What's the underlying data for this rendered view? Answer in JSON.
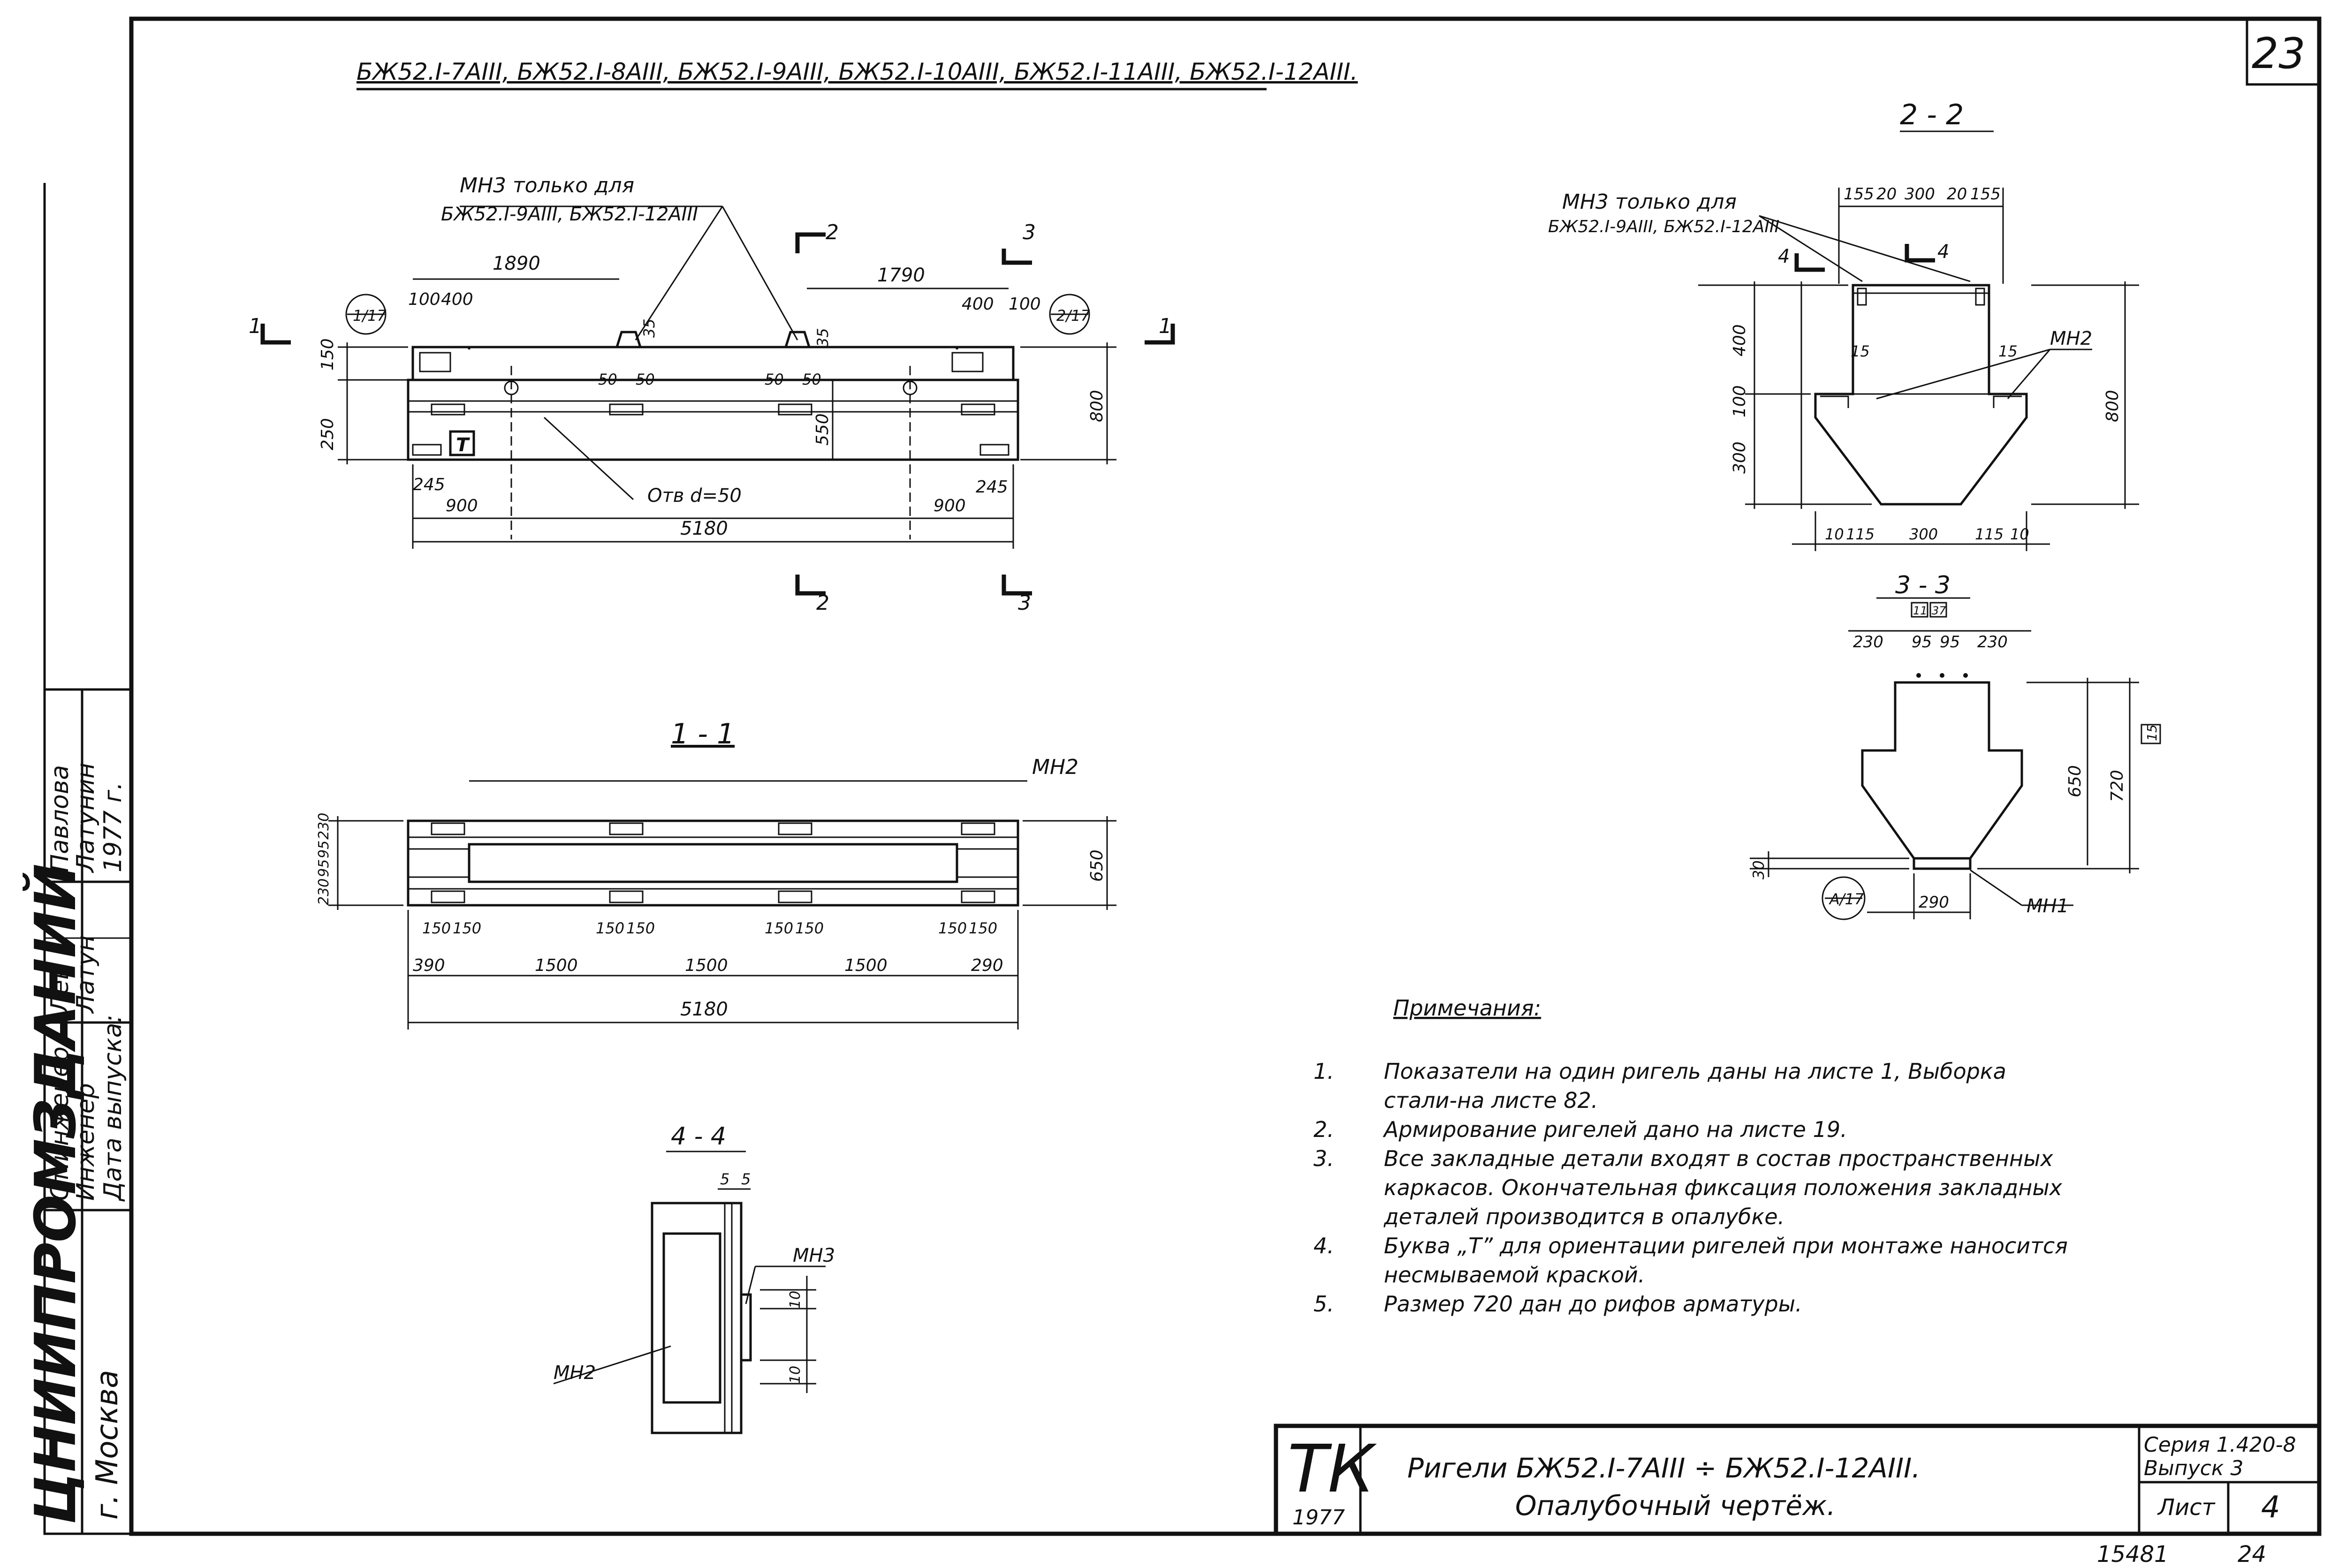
{
  "sheet": {
    "page_number": "23",
    "top_title": "БЖ52.I-7АIII, БЖ52.I-8АIII, БЖ52.I-9АIII, БЖ52.I-10АIII, БЖ52.I-11АIII, БЖ52.I-12АIII.",
    "bottom_numbers": [
      "15481",
      "24"
    ]
  },
  "side_stamp": {
    "org": "ЦНИИПРОМЗДАНИЙ",
    "city": "г. Москва",
    "rows": [
      {
        "role": "Ст.инженер",
        "sign": "Лёв",
        "name": "Павлова"
      },
      {
        "role": "Инженер",
        "sign": "Латун",
        "name": "Латунин"
      },
      {
        "role": "Дата выпуска:",
        "sign": "",
        "name": "1977 г."
      }
    ]
  },
  "elevation": {
    "note_label": "МН3 только для",
    "note_items": "БЖ52.I-9АIII, БЖ52.I-12АIII",
    "marker_T": "Т",
    "hole_label": "Отв d=50",
    "dims": {
      "left_1890": "1890",
      "right_1790": "1790",
      "d100_l": "100",
      "d400_l": "400",
      "d400_r": "400",
      "d100_r": "100",
      "d150": "150",
      "d250": "250",
      "d800": "800",
      "d550": "550",
      "d245_l": "245",
      "d245_r": "245",
      "d900_l": "900",
      "d900_r": "900",
      "d5180": "5180",
      "d35_a": "35",
      "d35_b": "35",
      "d50_a": "50",
      "d50_b": "50",
      "d50_c": "50",
      "d50_d": "50"
    },
    "sections": {
      "s1": "1",
      "s2": "2",
      "s3": "3",
      "ref_1_17": "1/17",
      "ref_2_17": "2/17"
    }
  },
  "plan_1_1": {
    "title": "1 - 1",
    "label_mn2": "МН2",
    "dims": {
      "d390": "390",
      "d1500_a": "1500",
      "d1500_b": "1500",
      "d1500_c": "1500",
      "d290": "290",
      "d5180": "5180",
      "d650": "650",
      "p150a": "150",
      "p150b": "150",
      "p150c": "150",
      "p150d": "150",
      "p150e": "150",
      "p150f": "150",
      "p150g": "150",
      "p150h": "150",
      "v230": "230",
      "v95": "95",
      "v95b": "95",
      "v230b": "230"
    }
  },
  "section_2_2": {
    "title": "2 - 2",
    "note_label": "МН3 только для",
    "note_items": "БЖ52.I-9АIII, БЖ52.I-12АIII",
    "label_mn2": "МН2",
    "marker4": "4",
    "dims": {
      "top155a": "155",
      "top20a": "20",
      "top300": "300",
      "top20b": "20",
      "top155b": "155",
      "v400": "400",
      "v100": "100",
      "v300": "300",
      "v800": "800",
      "v15a": "15",
      "v15b": "15",
      "b10a": "10",
      "b115a": "115",
      "b300": "300",
      "b115b": "115",
      "b10b": "10"
    }
  },
  "section_3_3": {
    "title": "3 - 3",
    "tags": [
      "11",
      "37"
    ],
    "label_mn1": "МН1",
    "ref": "А/17",
    "dims": {
      "t230a": "230",
      "t95a": "95",
      "t95b": "95",
      "t230b": "230",
      "v650": "650",
      "v720": "720",
      "v30": "30",
      "b290": "290",
      "tag15": "15"
    }
  },
  "section_4_4": {
    "title": "4 - 4",
    "label_mn2": "МН2",
    "label_mn3": "МН3",
    "dims": {
      "t5a": "5",
      "t5b": "5",
      "v10a": "10",
      "v10b": "10"
    }
  },
  "notes": {
    "heading": "Примечания:",
    "items": [
      {
        "n": "1.",
        "lines": [
          "Показатели на один ригель даны на листе 1, Выборка",
          "стали-на листе 82."
        ]
      },
      {
        "n": "2.",
        "lines": [
          "Армирование ригелей дано на листе 19."
        ]
      },
      {
        "n": "3.",
        "lines": [
          "Все закладные детали входят в состав пространственных",
          "каркасов. Окончательная фиксация положения закладных",
          "деталей производится в опалубке."
        ]
      },
      {
        "n": "4.",
        "lines": [
          "Буква „Т” для ориентации ригелей при монтаже наносится",
          "несмываемой краской."
        ]
      },
      {
        "n": "5.",
        "lines": [
          "Размер 720 дан до рифов арматуры."
        ]
      }
    ]
  },
  "title_block": {
    "logo": "ТК",
    "year": "1977",
    "name_line1": "Ригели БЖ52.I-7АIII ÷ БЖ52.I-12АIII.",
    "name_line2": "Опалубочный чертёж.",
    "series": "Серия 1.420-8",
    "issue": "Выпуск 3",
    "sheet_label": "Лист",
    "sheet_no": "4"
  }
}
